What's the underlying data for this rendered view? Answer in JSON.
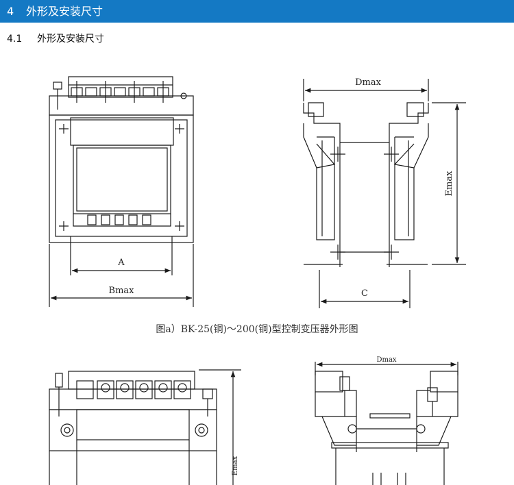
{
  "section": {
    "number": "4",
    "title": "外形及安装尺寸"
  },
  "subsection": {
    "number": "4.1",
    "title": "外形及安装尺寸"
  },
  "figure_a": {
    "caption": "图a）BK-25(铜)～200(铜)型控制变压器外形图",
    "dim_labels": {
      "a": "A",
      "b": "Bmax",
      "c": "C",
      "d": "Dmax",
      "e": "Emax"
    }
  },
  "figure_b": {
    "dim_labels": {
      "d": "Dmax",
      "e": "Emax"
    }
  },
  "colors": {
    "header_bg": "#1479c4",
    "header_text": "#ffffff",
    "line": "#1a1a1a"
  }
}
